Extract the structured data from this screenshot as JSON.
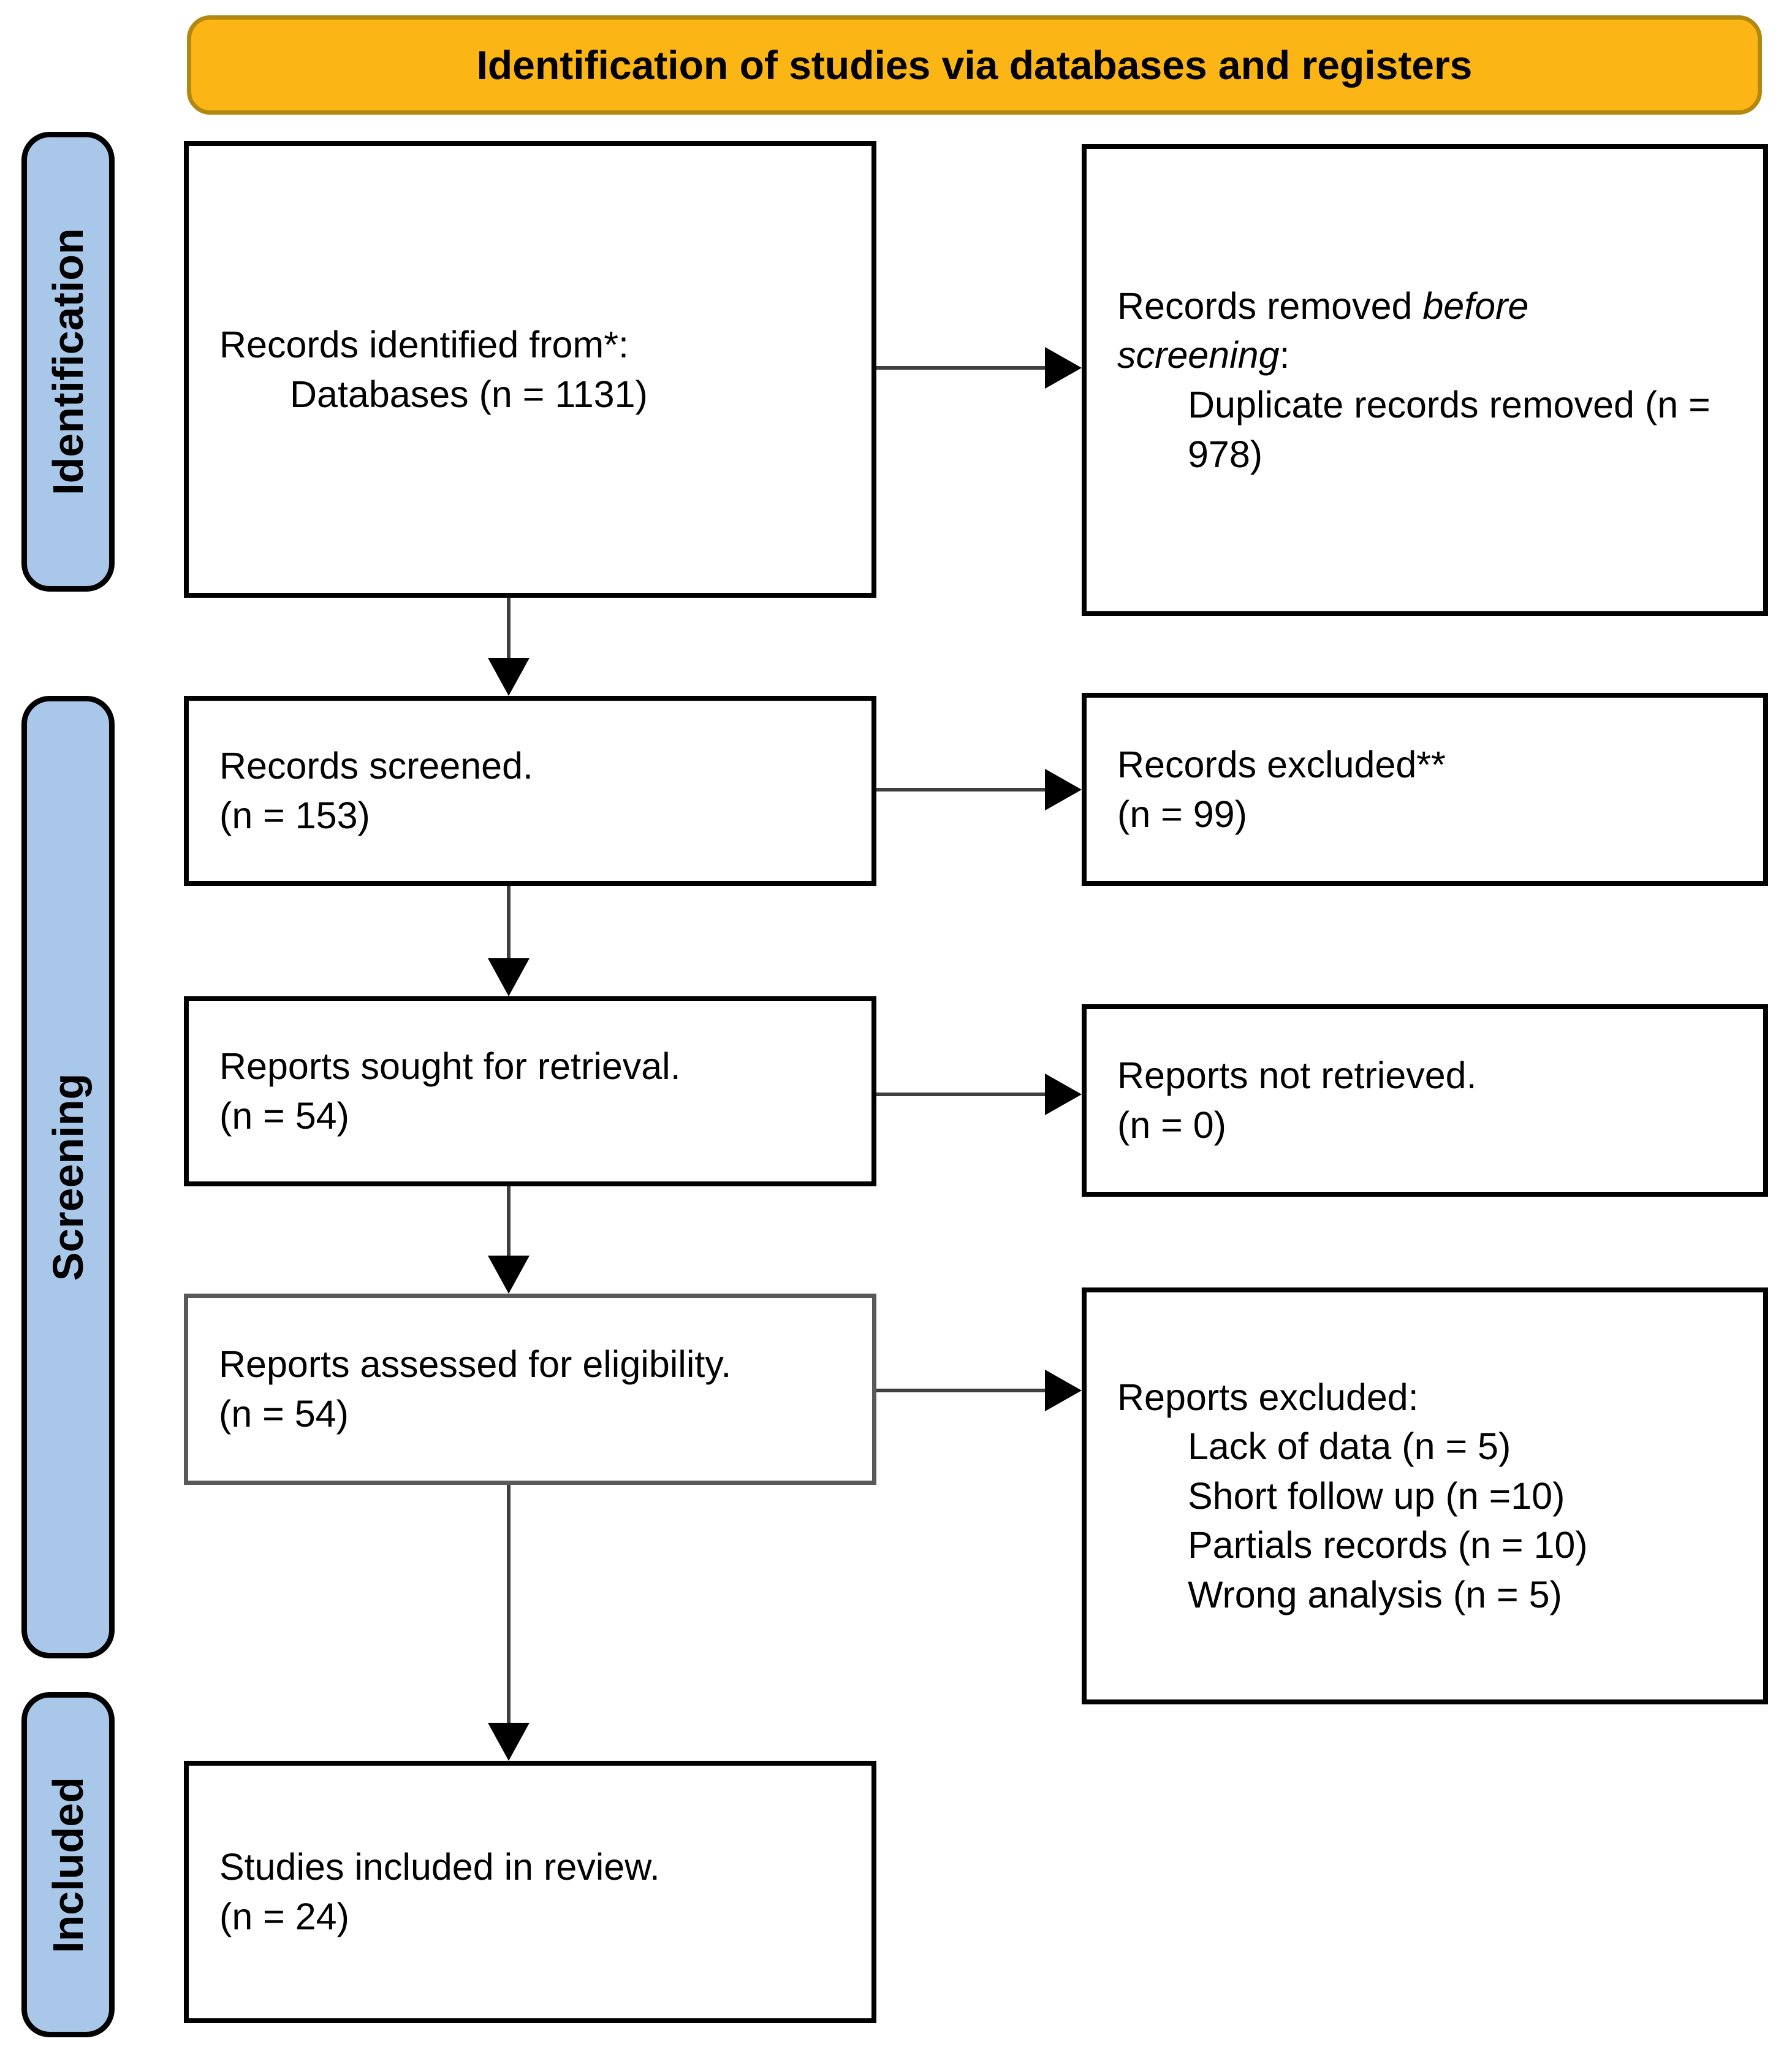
{
  "banner": {
    "label": "Identification of studies via databases and registers",
    "fill": "#FBB515",
    "border_color": "#B3880E"
  },
  "stages": [
    {
      "label": "Identification"
    },
    {
      "label": "Screening"
    },
    {
      "label": "Included"
    }
  ],
  "colors": {
    "stage_fill": "#A9C7E8",
    "stage_border": "#000000",
    "box_border": "#000000",
    "assessed_box_border": "#595959",
    "arrow_line": "#3F3F3F",
    "arrow_head": "#000000",
    "text": "#000000",
    "background": "#FFFFFF"
  },
  "boxes": {
    "records_identified": {
      "line1": "Records identified from*:",
      "line2": "Databases (n = 1131)"
    },
    "records_removed": {
      "line1_pre": "Records removed ",
      "line1_italic": "before screening",
      "line1_post": ":",
      "line2": "Duplicate records removed (n = 978)"
    },
    "records_screened": {
      "line1": "Records screened.",
      "line2": "(n = 153)"
    },
    "records_excluded": {
      "line1": "Records excluded**",
      "line2": "(n = 99)"
    },
    "reports_sought": {
      "line1": "Reports sought for retrieval.",
      "line2": "(n = 54)"
    },
    "reports_not_retrieved": {
      "line1": "Reports not retrieved.",
      "line2": "(n = 0)"
    },
    "reports_assessed": {
      "line1": "Reports assessed for eligibility.",
      "line2": "(n = 54)"
    },
    "reports_excluded": {
      "line1": "Reports excluded:",
      "items": [
        "Lack of data (n = 5)",
        "Short follow up (n =10)",
        "Partials records (n = 10)",
        "Wrong analysis (n = 5)"
      ]
    },
    "studies_included": {
      "line1": "Studies included in review.",
      "line2": "(n = 24)"
    }
  }
}
